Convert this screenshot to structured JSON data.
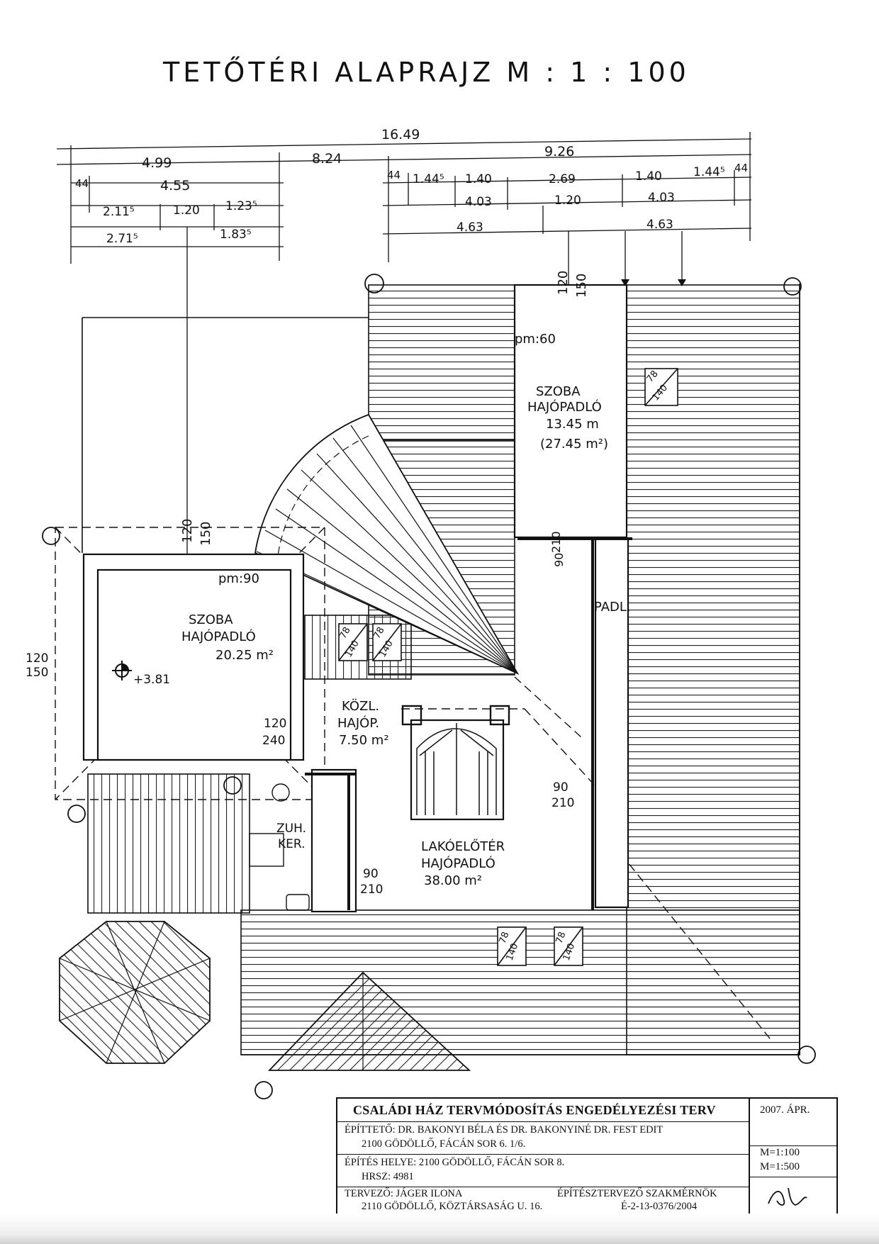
{
  "title": "TETŐTÉRI  ALAPRAJZ  M : 1 : 100",
  "dimensions": {
    "overall": "16.49",
    "left_total": "4.99",
    "middle_gap": "8.24",
    "right_total": "9.26",
    "left_row2_a": "44",
    "left_row2_b": "4.55",
    "left_row3_a": "2.11⁵",
    "left_row3_b": "1.20",
    "left_row3_c": "1.23⁵",
    "left_row4_a": "2.71⁵",
    "left_row4_b": "1.83⁵",
    "right_row2_a": "44",
    "right_row2_b": "1.44⁵",
    "right_row2_c": "1.40",
    "right_row2_d": "2.69",
    "right_row2_e": "1.40",
    "right_row2_f": "1.44⁵",
    "right_row2_g": "44",
    "right_row3_a": "4.03",
    "right_row3_b": "1.20",
    "right_row3_c": "4.03",
    "right_row4_a": "4.63",
    "right_row4_b": "4.63"
  },
  "rooms": {
    "room_right": {
      "name": "SZOBA",
      "floor": "HAJÓPADLÓ",
      "area": "13.45 m",
      "area2": "(27.45 m²)",
      "parapet": "pm:60",
      "window_top": "120",
      "window_bottom": "150"
    },
    "room_left": {
      "name": "SZOBA",
      "floor": "HAJÓPADLÓ",
      "area": "20.25 m²",
      "parapet": "pm:90",
      "window_top": "120",
      "window_bottom": "150",
      "side_window_top": "120",
      "side_window_bottom": "150",
      "level": "+3.81"
    },
    "hall": {
      "name": "KÖZL.",
      "floor": "HAJÓP.",
      "area": "7.50 m²",
      "door_top": "120",
      "door_bottom": "240"
    },
    "living": {
      "name": "LAKÓELŐTÉR",
      "floor": "HAJÓPADLÓ",
      "area": "38.00 m²"
    },
    "bath": {
      "line1": "ZUH.",
      "line2": "KER."
    },
    "storage": {
      "name": "PADL."
    }
  },
  "doors": [
    {
      "top": "90",
      "bottom": "210"
    },
    {
      "top": "90",
      "bottom": "210"
    },
    {
      "top": "90",
      "bottom": "210"
    }
  ],
  "roof_windows": [
    {
      "top": "78",
      "bottom": "140"
    },
    {
      "top": "78",
      "bottom": "140"
    },
    {
      "top": "78",
      "bottom": "140"
    },
    {
      "top": "78",
      "bottom": "140"
    },
    {
      "top": "78",
      "bottom": "140"
    }
  ],
  "title_block": {
    "heading": "CSALÁDI HÁZ TERVMÓDOSÍTÁS ENGEDÉLYEZÉSI TERV",
    "date": "2007. ÁPR.",
    "client_line1": "ÉPÍTTETŐ: DR. BAKONYI BÉLA ÉS DR. BAKONYINÉ DR. FEST EDIT",
    "client_line2": "2100 GÖDÖLLŐ, FÁCÁN SOR 6. 1/6.",
    "site_line1": "ÉPÍTÉS HELYE: 2100 GÖDÖLLŐ, FÁCÁN SOR 8.",
    "site_line2": "HRSZ: 4981",
    "scale1": "M=1:100",
    "scale2": "M=1:500",
    "designer_line1": "TERVEZŐ: JÁGER ILONA",
    "designer_line2": "2110 GÖDÖLLŐ, KÖZTÁRSASÁG U. 16.",
    "profession": "ÉPÍTÉSZTERVEZŐ SZAKMÉRNÖK",
    "license": "É-2-13-0376/2004"
  }
}
